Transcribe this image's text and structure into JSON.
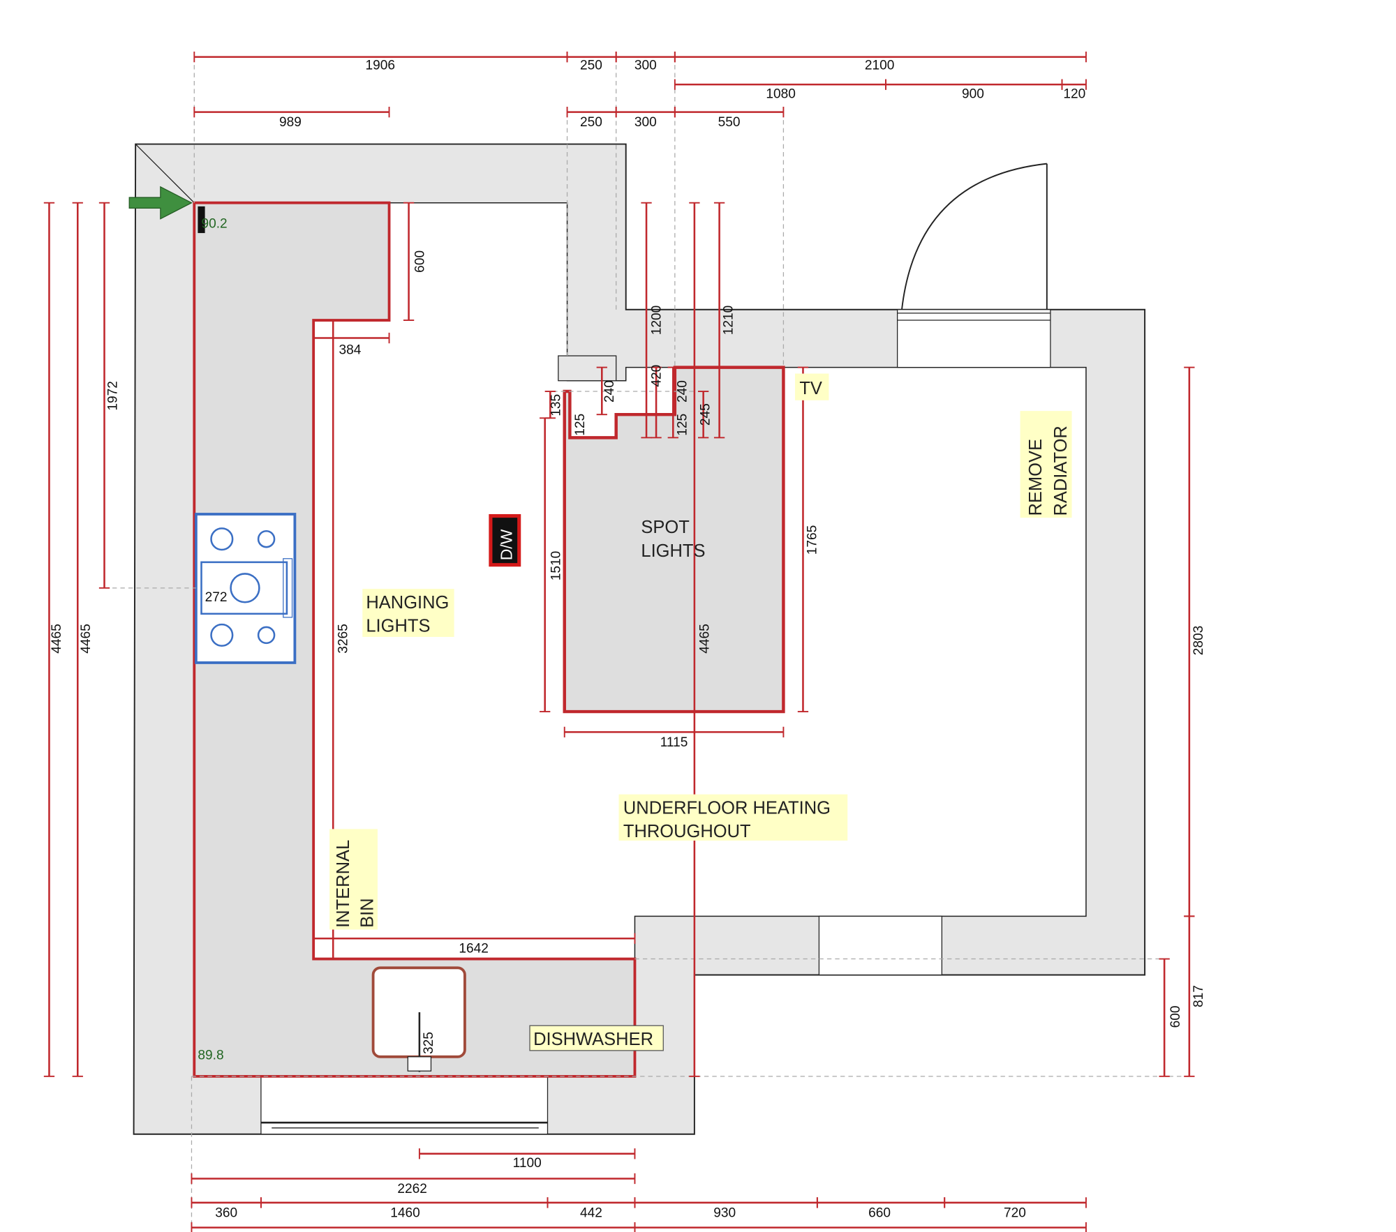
{
  "labels": {
    "tv": "TV",
    "remove_radiator": [
      "REMOVE",
      "RADIATOR"
    ],
    "spot_lights": [
      "SPOT",
      "LIGHTS"
    ],
    "hanging_lights": [
      "HANGING",
      "LIGHTS"
    ],
    "underfloor_heating": [
      "UNDERFLOOR HEATING",
      "THROUGHOUT"
    ],
    "internal_bin": [
      "INTERNAL",
      "BIN"
    ],
    "dishwasher": "DISHWASHER",
    "dw_marker": "D/W"
  },
  "angles": {
    "top_left": "90.2",
    "bottom_left": "89.8"
  },
  "misc_dims": {
    "hob_offset": "272",
    "sink_offset": "325",
    "island_135": "135",
    "island_125a": "125",
    "island_125b": "125",
    "island_420": "420"
  },
  "dimensions": {
    "top_1906": "1906",
    "top_250": "250",
    "top_300": "300",
    "top_2100": "2100",
    "top_1080": "1080",
    "top_900": "900",
    "top_120": "120",
    "top_989": "989",
    "top2_250": "250",
    "top2_300": "300",
    "top2_550": "550",
    "d_384": "384",
    "d_1115": "1115",
    "d_1642": "1642",
    "d_1100": "1100",
    "d_2262": "2262",
    "b_360": "360",
    "b_1460": "1460",
    "b_442": "442",
    "b_930": "930",
    "b_660": "660",
    "b_720": "720",
    "l_4465a": "4465",
    "l_4465b": "4465",
    "l_1972": "1972",
    "d_600": "600",
    "d_3265": "3265",
    "d_1510": "1510",
    "d_240a": "240",
    "d_1200": "1200",
    "d_240b": "240",
    "d_4465c": "4465",
    "d_245": "245",
    "d_1210": "1210",
    "d_1765": "1765",
    "r_2803": "2803",
    "r_817": "817",
    "r_600": "600"
  },
  "colors": {
    "dimension": "#c0282d",
    "wall": "#e6e6e6",
    "counter": "#dedede",
    "note_bg": "#ffffc6",
    "hob": "#3b6fc4",
    "arrow": "#3f8f3f"
  }
}
